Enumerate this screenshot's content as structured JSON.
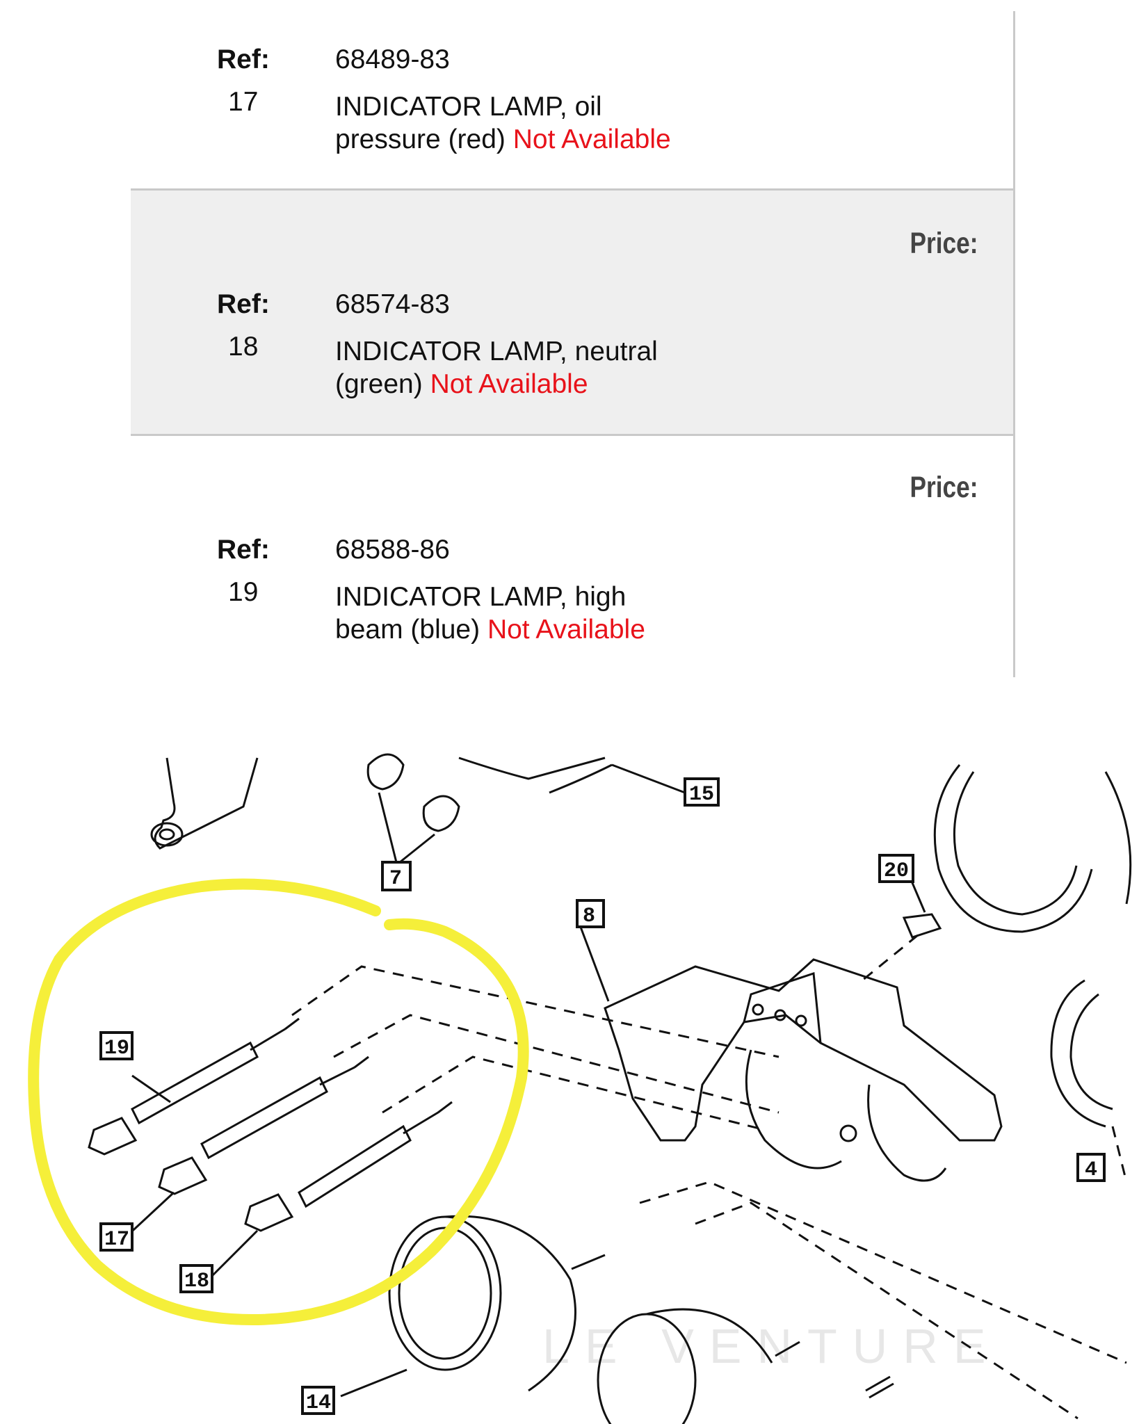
{
  "labels": {
    "ref": "Ref:",
    "price": "Price:"
  },
  "parts": [
    {
      "ref": "17",
      "part_number": "68489-83",
      "desc_line1": "INDICATOR LAMP, oil",
      "desc_line2": "pressure (red)",
      "status": "Not Available"
    },
    {
      "ref": "18",
      "part_number": "68574-83",
      "desc_line1": "INDICATOR LAMP, neutral",
      "desc_line2": "(green)",
      "status": "Not Available"
    },
    {
      "ref": "19",
      "part_number": "68588-86",
      "desc_line1": "INDICATOR LAMP, high",
      "desc_line2": "beam (blue)",
      "status": "Not Available"
    }
  ],
  "diagram": {
    "callouts": [
      "19",
      "17",
      "18",
      "7",
      "8",
      "14",
      "15",
      "20",
      "4"
    ],
    "watermark": "LE  VENTURE",
    "highlight_color": "#f5ef3a"
  },
  "colors": {
    "not_available": "#e8121a",
    "row_shade": "#efefef",
    "divider": "#c9c9c9"
  }
}
